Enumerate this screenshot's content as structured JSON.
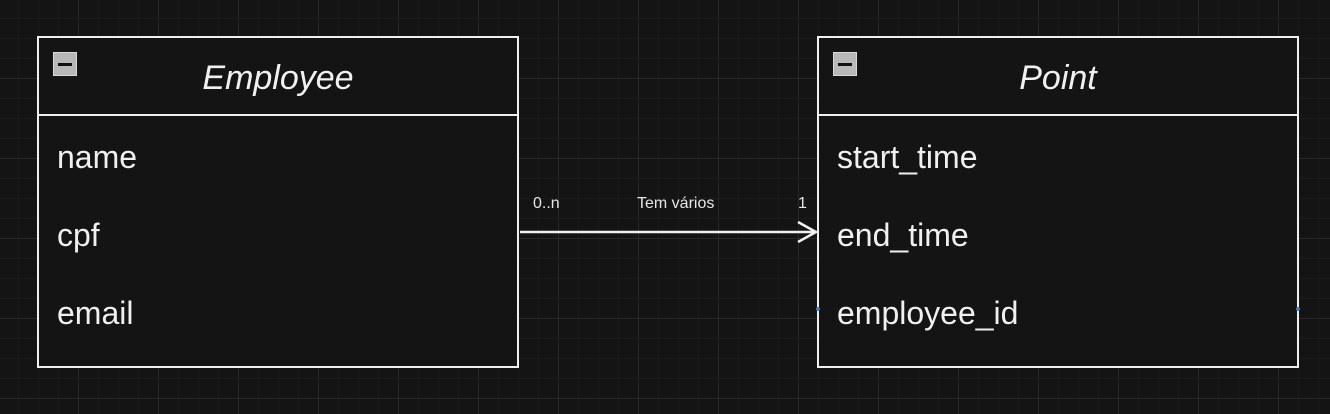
{
  "entities": [
    {
      "title": "Employee",
      "attributes": [
        "name",
        "cpf",
        "email"
      ]
    },
    {
      "title": "Point",
      "attributes": [
        "start_time",
        "end_time",
        "employee_id"
      ]
    }
  ],
  "relationship": {
    "label": "Tem vários",
    "source_multiplicity": "0..n",
    "target_multiplicity": "1"
  },
  "colors": {
    "background": "#141414",
    "stroke": "#f0f0f0",
    "port": "#3b82c4"
  }
}
